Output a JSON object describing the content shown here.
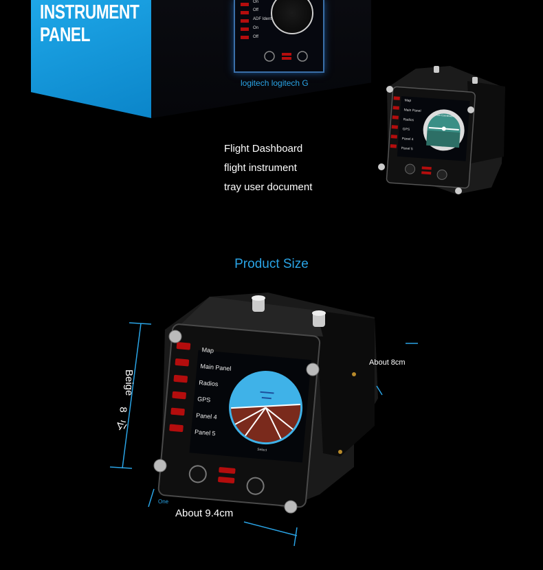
{
  "box": {
    "title_line1": "INSTRUMENT",
    "title_line2": "PANEL",
    "screen_labels": [
      "On",
      "Off",
      "ADF Ident",
      "On",
      "Off"
    ],
    "caption": "logitech logitech G"
  },
  "product_small": {
    "menu": [
      "Map",
      "Main Panel",
      "Radios",
      "GPS",
      "Panel 4",
      "Panel 5"
    ],
    "screen_header": "Turn Coordinator"
  },
  "features": [
    "Flight Dashboard",
    "flight instrument",
    "tray user document"
  ],
  "size_section": {
    "title": "Product Size",
    "height_label": "Beige",
    "height_value": "8",
    "height_char": "公",
    "depth_label": "About 8cm",
    "width_tick_label": "One",
    "width_label": "About 9.4cm",
    "menu": [
      "Map",
      "Main Panel",
      "Radios",
      "GPS",
      "Panel 4",
      "Panel 5"
    ],
    "screen_footer": "Select"
  },
  "colors": {
    "accent_blue": "#2aa4e6",
    "box_blue": "#1ea7e8",
    "button_red": "#b40d0d",
    "sky": "#3fb2e8",
    "ground": "#7a2a1c"
  }
}
